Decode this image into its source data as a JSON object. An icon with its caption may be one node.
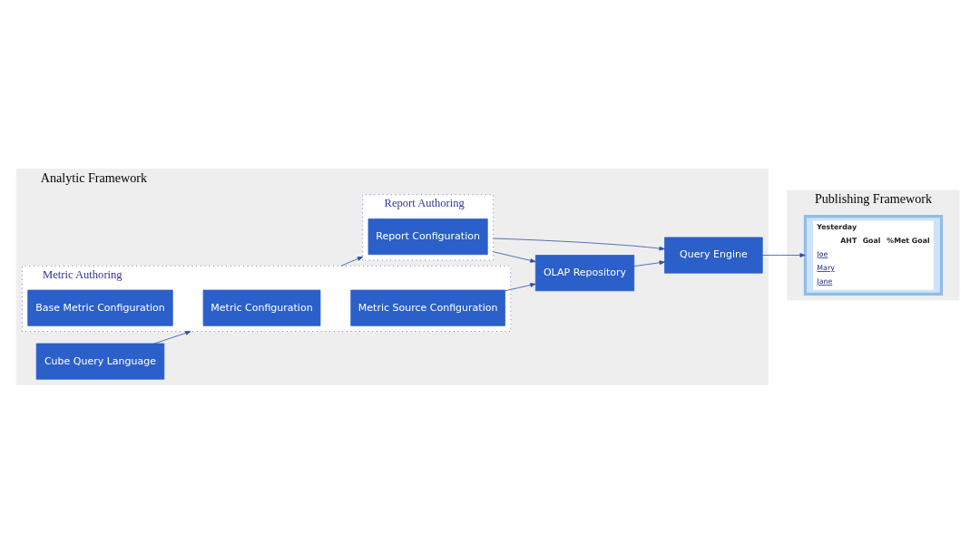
{
  "diagram": {
    "nodes": [
      {
        "text": [
          "Publishing Framework"
        ]
      },
      {
        "text": [
          "Yesterday",
          "AHT",
          "Goal",
          "%Met Goal",
          "Joe",
          "Mary",
          "Jane"
        ],
        "in": 0
      },
      {
        "text": [
          "Analytic Framework"
        ]
      },
      {
        "text": [
          "Cube Query Language"
        ],
        "in": 2
      },
      {
        "text": [
          "Metric Authoring"
        ],
        "in": 2
      },
      {
        "text": [
          "Metric Configuration"
        ],
        "in": 4
      },
      {
        "text": [
          "Base Metric Configuration"
        ],
        "in": 4
      },
      {
        "text": [
          "Metric Source Configuration"
        ],
        "in": 4
      },
      {
        "text": [
          "Report Authoring"
        ],
        "in": 2
      },
      {
        "text": [
          "Report Configuration"
        ],
        "in": 8
      },
      {
        "text": [
          "Query Engine"
        ],
        "in": 2
      },
      {
        "text": [
          "OLAP Repository"
        ],
        "in": 2
      }
    ],
    "edges": [
      {
        "from": 3,
        "to": 4,
        "arrow": "to"
      },
      {
        "from": 4,
        "to": 8,
        "arrow": "to"
      },
      {
        "from": 8,
        "to": 10,
        "arrow": "to"
      },
      {
        "from": 8,
        "to": 11,
        "arrow": "to"
      },
      {
        "from": 11,
        "to": 10,
        "arrow": "to"
      },
      {
        "from": 10,
        "to": 1,
        "arrow": "to"
      },
      {
        "from": 7,
        "to": 11,
        "arrow": "to"
      }
    ]
  }
}
